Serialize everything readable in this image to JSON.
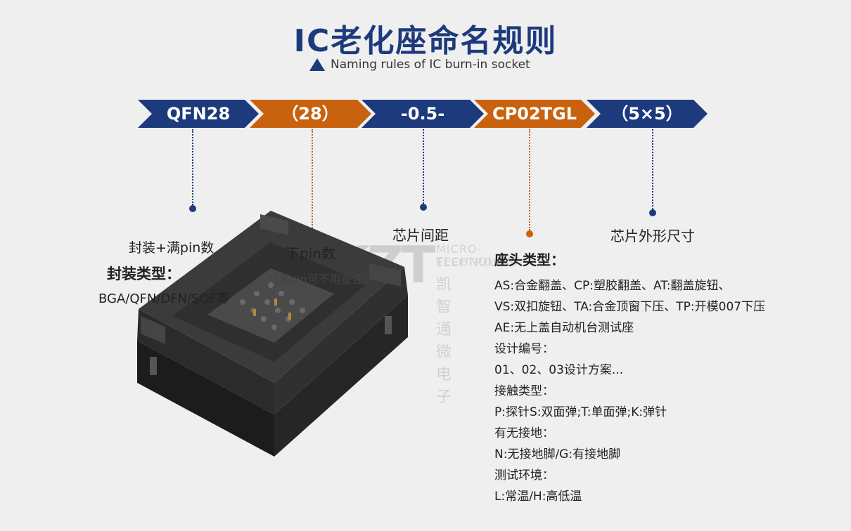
{
  "title": "IC老化座命名规则",
  "subtitle": "Naming rules of IC burn-in socket",
  "colors": {
    "blue": "#1d3a7d",
    "orange": "#c8620e"
  },
  "segments": [
    {
      "text": "QFN28",
      "color": "blue"
    },
    {
      "text": "（28）",
      "color": "orange"
    },
    {
      "text": "-0.5-",
      "color": "blue"
    },
    {
      "text": "CP02TGL",
      "color": "orange"
    },
    {
      "text": "（5×5）",
      "color": "blue"
    }
  ],
  "labels": {
    "package_pins": "封装+满pin数",
    "package_type_heading": "封装类型：",
    "package_types": "BGA/QFN/DFN/SOF等",
    "lower_pins": "下pin数",
    "lower_pins_note": "（满pin可不用备注）",
    "chip_pitch": "芯片间距",
    "chip_size": "芯片外形尺寸"
  },
  "watermark": {
    "logo": "KZT",
    "line1": "MICRO-ELECTRONIC",
    "line2": "TECHNOLOGY",
    "cn": "凯智通微电子"
  },
  "socket_info": {
    "heading": "座头类型：",
    "lines": [
      "AS:合金翻盖、CP:塑胶翻盖、AT:翻盖旋钮、",
      "VS:双扣旋钮、TA:合金顶窗下压、TP:开模007下压",
      "AE:无上盖自动机台测试座",
      "设计编号：",
      "01、02、03设计方案...",
      "接触类型：",
      "P:探针S:双面弹;T:单面弹;K:弹针",
      "有无接地：",
      "N:无接地脚/G:有接地脚",
      "测试环境：",
      "L:常温/H:高低温"
    ]
  }
}
